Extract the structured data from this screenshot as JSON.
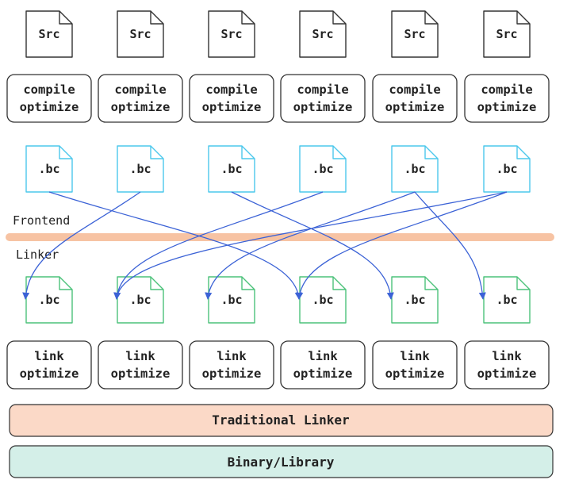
{
  "columns": 6,
  "source_label": "Src",
  "bitcode_label": ".bc",
  "frontend_stage": [
    "compile",
    "optimize"
  ],
  "link_stage": [
    "link",
    "optimize"
  ],
  "frontend_label": "Frontend",
  "linker_label": "Linker",
  "traditional_linker_label": "Traditional Linker",
  "output_label": "Binary/Library",
  "edges": [
    [
      0,
      3
    ],
    [
      1,
      0
    ],
    [
      2,
      4
    ],
    [
      3,
      1
    ],
    [
      4,
      2
    ],
    [
      4,
      5
    ],
    [
      5,
      1
    ],
    [
      5,
      3
    ]
  ],
  "colors": {
    "source_stroke": "#333333",
    "frontend_bc_stroke": "#4cc8ec",
    "linker_bc_stroke": "#4cc27a",
    "box_stroke": "#333333",
    "divider": "#f7c3a3",
    "arrow": "#3b62d6",
    "traditional_linker_fill": "#fbd9c7",
    "output_fill": "#d4efe8"
  },
  "icons": {
    "file": "document-icon",
    "arrowhead": "arrowhead-icon"
  }
}
